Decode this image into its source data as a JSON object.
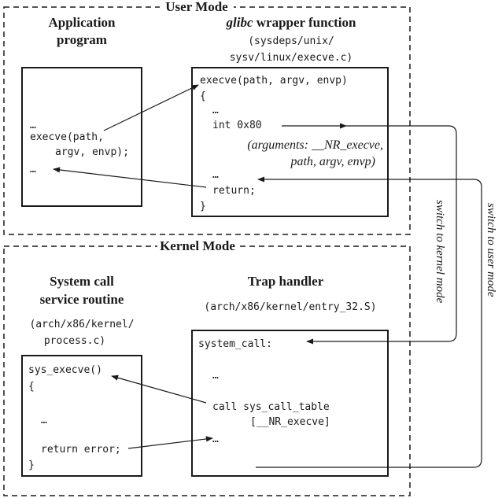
{
  "user_mode": {
    "title": "User Mode",
    "app_program": {
      "heading": [
        "Application",
        "program"
      ],
      "code": [
        "…",
        "execve(path,",
        "argv, envp);",
        "…"
      ]
    },
    "wrapper": {
      "heading_italic": "glibc",
      "heading_rest": "wrapper function",
      "path": [
        "(sysdeps/unix/",
        "sysv/linux/execve.c)"
      ],
      "code": [
        "execve(path, argv, envp)",
        "{",
        "…",
        "int 0x80",
        "…",
        "return;",
        "}"
      ],
      "comment": [
        "(arguments: __NR_execve,",
        "path, argv, envp)"
      ]
    }
  },
  "kernel_mode": {
    "title": "Kernel Mode",
    "service_routine": {
      "heading": [
        "System call",
        "service routine"
      ],
      "path": [
        "(arch/x86/kernel/",
        "process.c)"
      ],
      "code": [
        "sys_execve()",
        "{",
        "…",
        "return error;",
        "}"
      ]
    },
    "trap_handler": {
      "heading": "Trap handler",
      "path": "(arch/x86/kernel/entry_32.S)",
      "code": [
        "system_call:",
        "…",
        "call sys_call_table",
        "[__NR_execve]",
        "…"
      ]
    }
  },
  "transitions": {
    "to_kernel": "switch to kernel mode",
    "to_user": "switch to user mode"
  }
}
